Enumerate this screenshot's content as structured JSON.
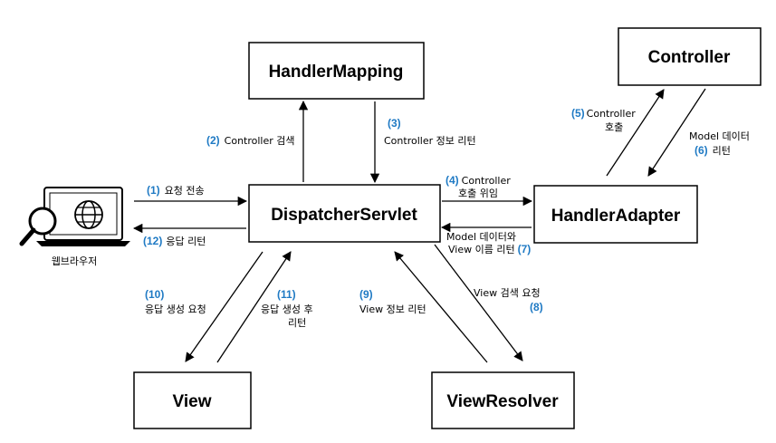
{
  "colors": {
    "step_number": "#1f7ac4",
    "line": "#000000",
    "box_fill": "#ffffff"
  },
  "boxes": {
    "handler_mapping": "HandlerMapping",
    "controller": "Controller",
    "dispatcher_servlet": "DispatcherServlet",
    "handler_adapter": "HandlerAdapter",
    "view": "View",
    "view_resolver": "ViewResolver"
  },
  "browser": {
    "icon": "laptop-search-icon",
    "caption": "웹브라우저"
  },
  "steps": {
    "s1": {
      "num": "(1)",
      "text": "요청 전송"
    },
    "s2": {
      "num": "(2)",
      "text": "Controller 검색"
    },
    "s3": {
      "num": "(3)",
      "text": "Controller 정보 리턴"
    },
    "s4": {
      "num": "(4)",
      "text1": "Controller",
      "text2": "호출 위임"
    },
    "s5": {
      "num": "(5)",
      "text1": "Controller",
      "text2": "호출"
    },
    "s6": {
      "num": "(6)",
      "text1": "Model 데이터",
      "text2": "리턴"
    },
    "s7": {
      "num": "(7)",
      "text1": "Model 데이터와",
      "text2": "View 이름 리턴"
    },
    "s8": {
      "num": "(8)",
      "text": "View 검색 요청"
    },
    "s9": {
      "num": "(9)",
      "text": "View 정보 리턴"
    },
    "s10": {
      "num": "(10)",
      "text": "응답 생성 요청"
    },
    "s11": {
      "num": "(11)",
      "text1": "응답 생성 후",
      "text2": "리턴"
    },
    "s12": {
      "num": "(12)",
      "text": "응답 리턴"
    }
  }
}
